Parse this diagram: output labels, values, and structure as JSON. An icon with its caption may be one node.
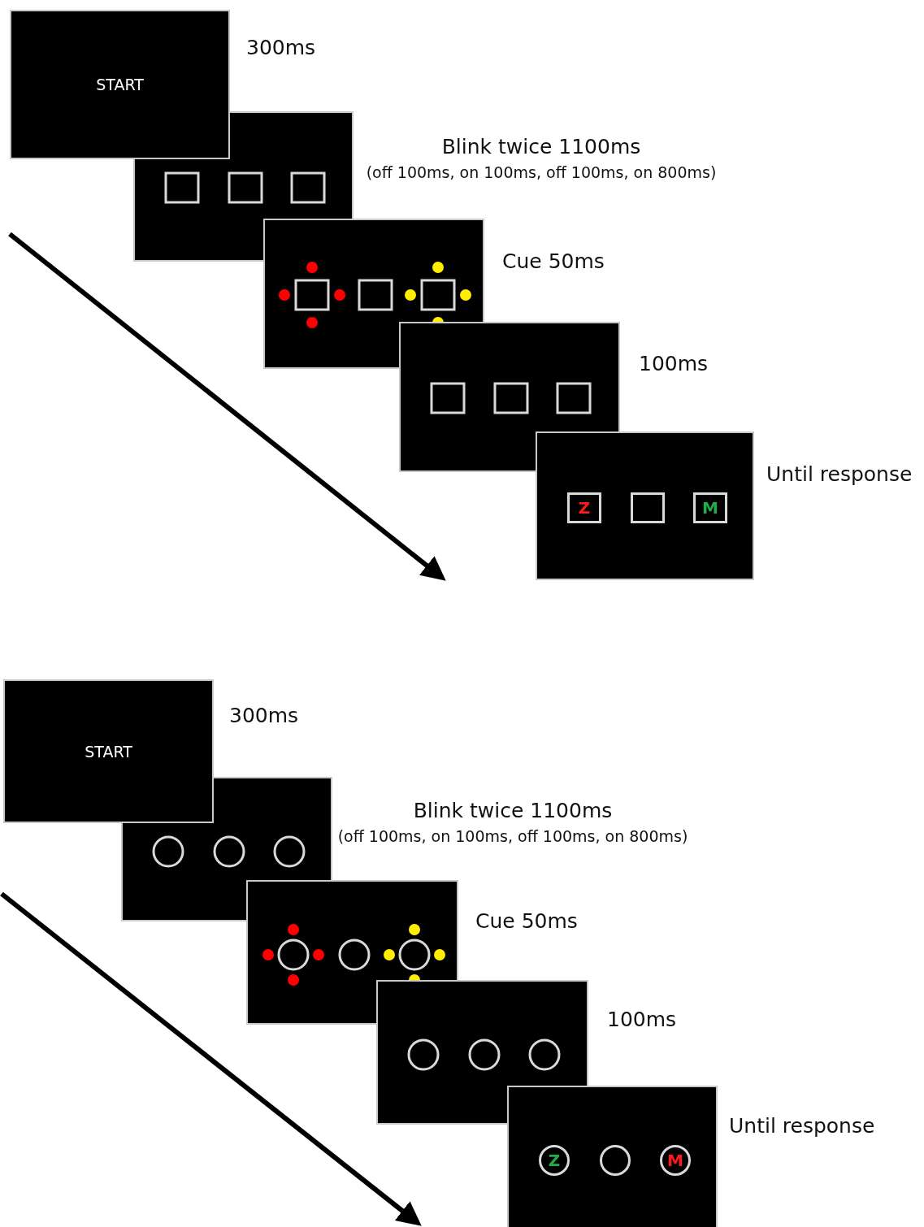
{
  "diagram": {
    "nodes": [
      {
        "text": [
          "START"
        ],
        "beside": [
          "300ms"
        ]
      },
      {
        "text": [],
        "shape": "box",
        "beside": [
          "Blink twice 1100ms",
          "(off 100ms, on 100ms, off 100ms, on 800ms)"
        ]
      },
      {
        "text": [],
        "shape": "box",
        "beside": [
          "Cue 50ms"
        ]
      },
      {
        "text": [],
        "shape": "box",
        "beside": [
          "100ms"
        ]
      },
      {
        "text": [],
        "shape": "box",
        "beside": [
          "Until response"
        ]
      },
      {
        "text": [
          "Z"
        ],
        "in": 4
      },
      {
        "text": [],
        "shape": "box",
        "in": 4
      },
      {
        "text": [
          "M"
        ],
        "in": 4
      },
      {
        "text": [
          "START"
        ],
        "beside": [
          "300ms"
        ]
      },
      {
        "text": [],
        "shape": "box",
        "beside": [
          "Blink twice 1100ms",
          "(off 100ms, on 100ms, off 100ms, on 800ms)"
        ]
      },
      {
        "text": [],
        "shape": "box",
        "beside": [
          "Cue 50ms"
        ]
      },
      {
        "text": [],
        "shape": "box",
        "beside": [
          "100ms"
        ]
      },
      {
        "text": [],
        "shape": "box",
        "beside": [
          "Until response"
        ]
      },
      {
        "text": [
          "Z"
        ],
        "in": 12
      },
      {
        "text": [],
        "shape": "circle",
        "in": 12
      },
      {
        "text": [
          "M"
        ],
        "in": 12
      }
    ]
  }
}
